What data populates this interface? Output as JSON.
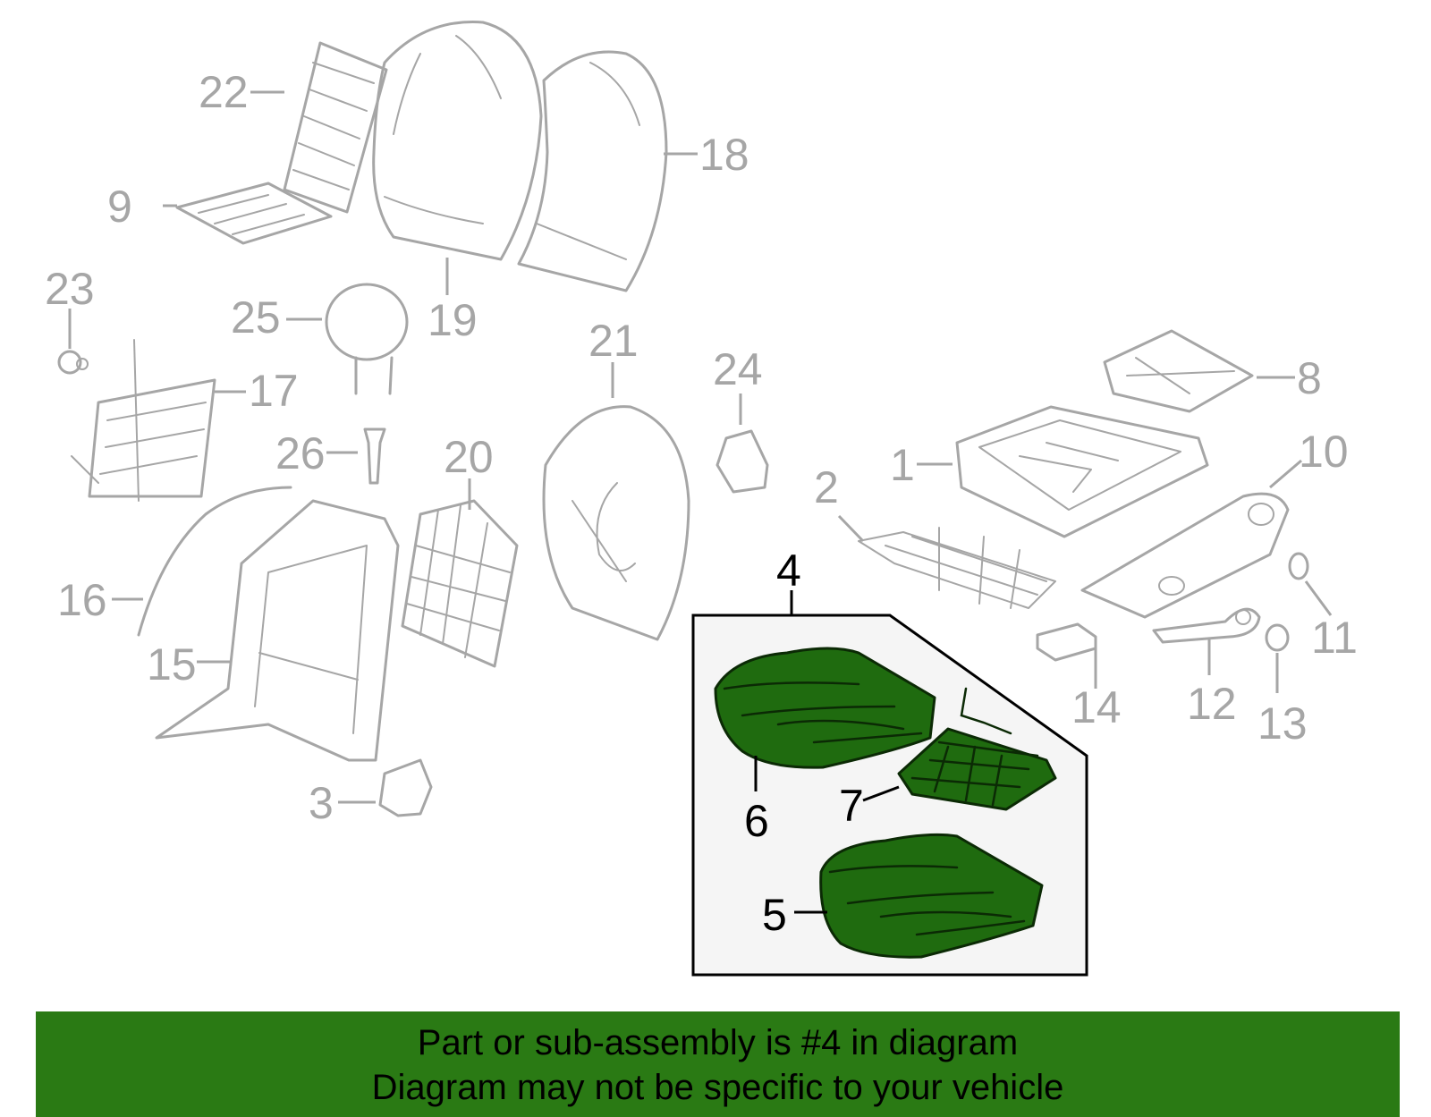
{
  "diagram": {
    "highlight_color": "#2a7a14",
    "banner_color": "#2a7a14",
    "callouts": {
      "c1": "1",
      "c2": "2",
      "c3": "3",
      "c4": "4",
      "c5": "5",
      "c6": "6",
      "c7": "7",
      "c8": "8",
      "c9": "9",
      "c10": "10",
      "c11": "11",
      "c12": "12",
      "c13": "13",
      "c14": "14",
      "c15": "15",
      "c16": "16",
      "c17": "17",
      "c18": "18",
      "c19": "19",
      "c20": "20",
      "c21": "21",
      "c22": "22",
      "c23": "23",
      "c24": "24",
      "c25": "25",
      "c26": "26"
    }
  },
  "caption": {
    "line1": "Part or sub-assembly is #4 in diagram",
    "line2": "Diagram may not be specific to your vehicle"
  }
}
